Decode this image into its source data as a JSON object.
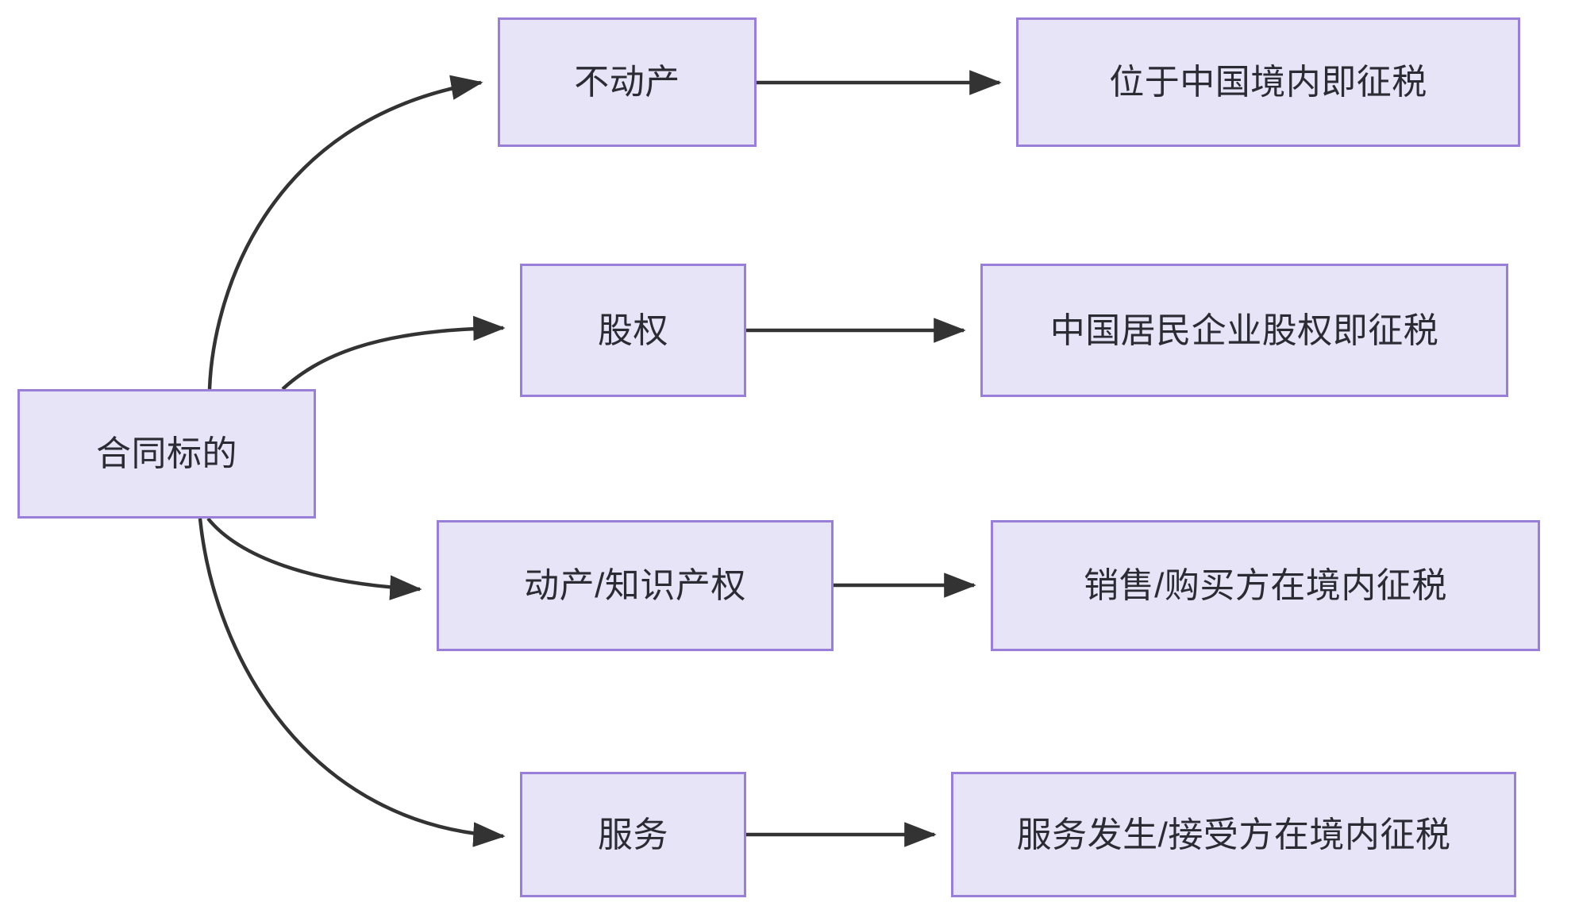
{
  "diagram": {
    "type": "flowchart",
    "direction": "left-to-right",
    "colors": {
      "node_fill": "#E8E4F8",
      "node_border": "#9A7FD8",
      "edge": "#333333",
      "text": "#2b2b33",
      "background": "#FFFFFF"
    },
    "root": {
      "id": "root",
      "label": "合同标的"
    },
    "branches": [
      {
        "id": "branch-0",
        "category": "不动产",
        "rule": "位于中国境内即征税"
      },
      {
        "id": "branch-1",
        "category": "股权",
        "rule": "中国居民企业股权即征税"
      },
      {
        "id": "branch-2",
        "category": "动产/知识产权",
        "rule": "销售/购买方在境内征税"
      },
      {
        "id": "branch-3",
        "category": "服务",
        "rule": "服务发生/接受方在境内征税"
      }
    ]
  }
}
